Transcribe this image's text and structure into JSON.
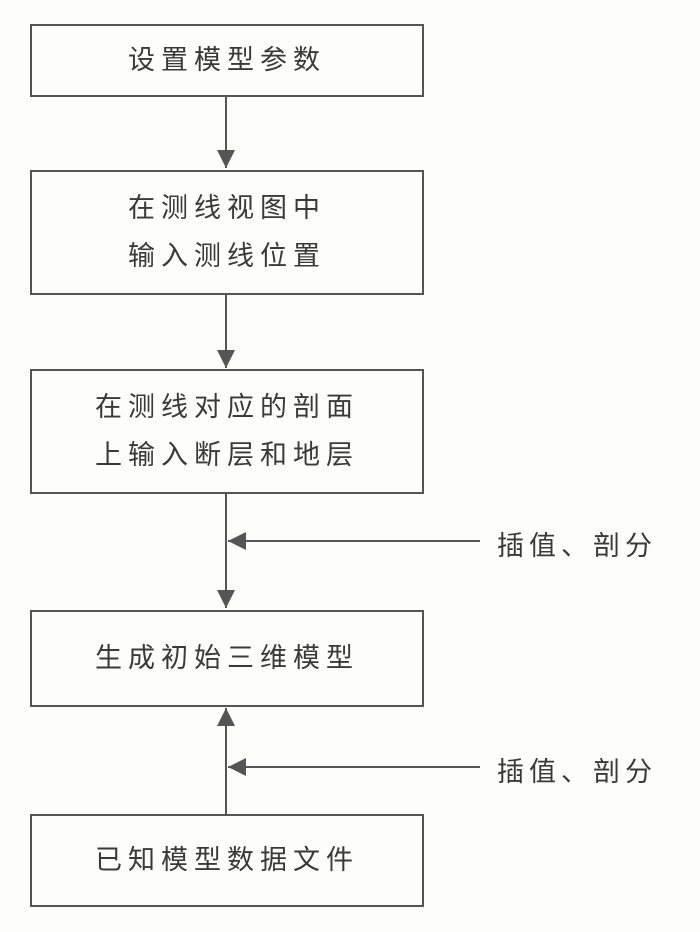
{
  "steps": [
    {
      "lines": [
        "设置模型参数"
      ]
    },
    {
      "lines": [
        "在测线视图中",
        "输入测线位置"
      ]
    },
    {
      "lines": [
        "在测线对应的剖面",
        "上输入断层和地层"
      ]
    },
    {
      "lines": [
        "生成初始三维模型"
      ]
    },
    {
      "lines": [
        "已知模型数据文件"
      ]
    }
  ],
  "side_labels": [
    "插值、剖分",
    "插值、剖分"
  ],
  "colors": {
    "line": "#555555",
    "text": "#3a3a3a"
  }
}
